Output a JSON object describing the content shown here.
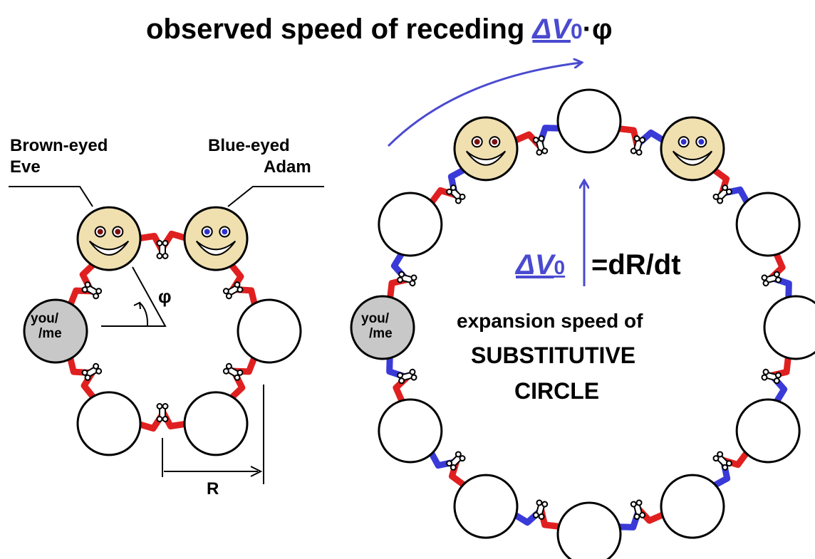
{
  "title": {
    "prefix": "observed speed of receding ",
    "delta": "ΔV",
    "sub": "0",
    "suffix": "·φ"
  },
  "left": {
    "eve_label_1": "Brown-eyed",
    "eve_label_2": "Eve",
    "adam_label_1": "Blue-eyed",
    "adam_label_2": "Adam",
    "you_1": "you/",
    "you_2": "/me",
    "angle": "φ",
    "radius": "R"
  },
  "right": {
    "delta": "ΔV",
    "sub": "0",
    "formula": "=dR/dt",
    "you_1": "you/",
    "you_2": "/me",
    "caption_1": "expansion speed of",
    "caption_2": "SUBSTITUTIVE",
    "caption_3": "CIRCLE"
  },
  "colors": {
    "accent": "#4a4ad0",
    "arm_red": "#e02020",
    "arm_blue": "#3a3ad8",
    "face": "#f0e0b0",
    "eye_brown": "#7a1010",
    "eye_blue": "#3030d0",
    "you_fill": "#c8c8c8"
  }
}
